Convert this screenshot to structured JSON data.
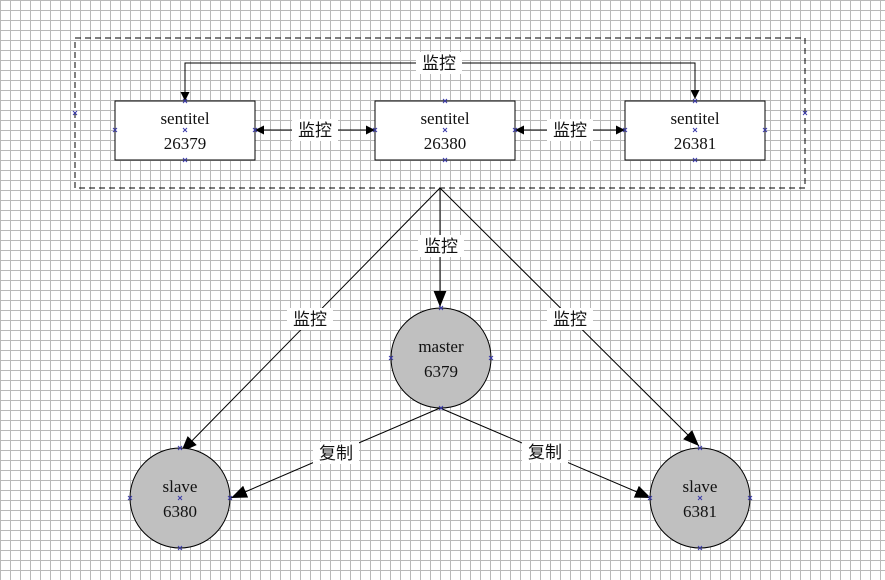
{
  "sentinels": [
    {
      "name": "sentitel",
      "port": "26379"
    },
    {
      "name": "sentitel",
      "port": "26380"
    },
    {
      "name": "sentitel",
      "port": "26381"
    }
  ],
  "master": {
    "name": "master",
    "port": "6379"
  },
  "slaves": [
    {
      "name": "slave",
      "port": "6380"
    },
    {
      "name": "slave",
      "port": "6381"
    }
  ],
  "labels": {
    "monitor": "监控",
    "replicate": "复制"
  },
  "colors": {
    "node_fill": "#c0c0c0",
    "line": "#000000"
  }
}
